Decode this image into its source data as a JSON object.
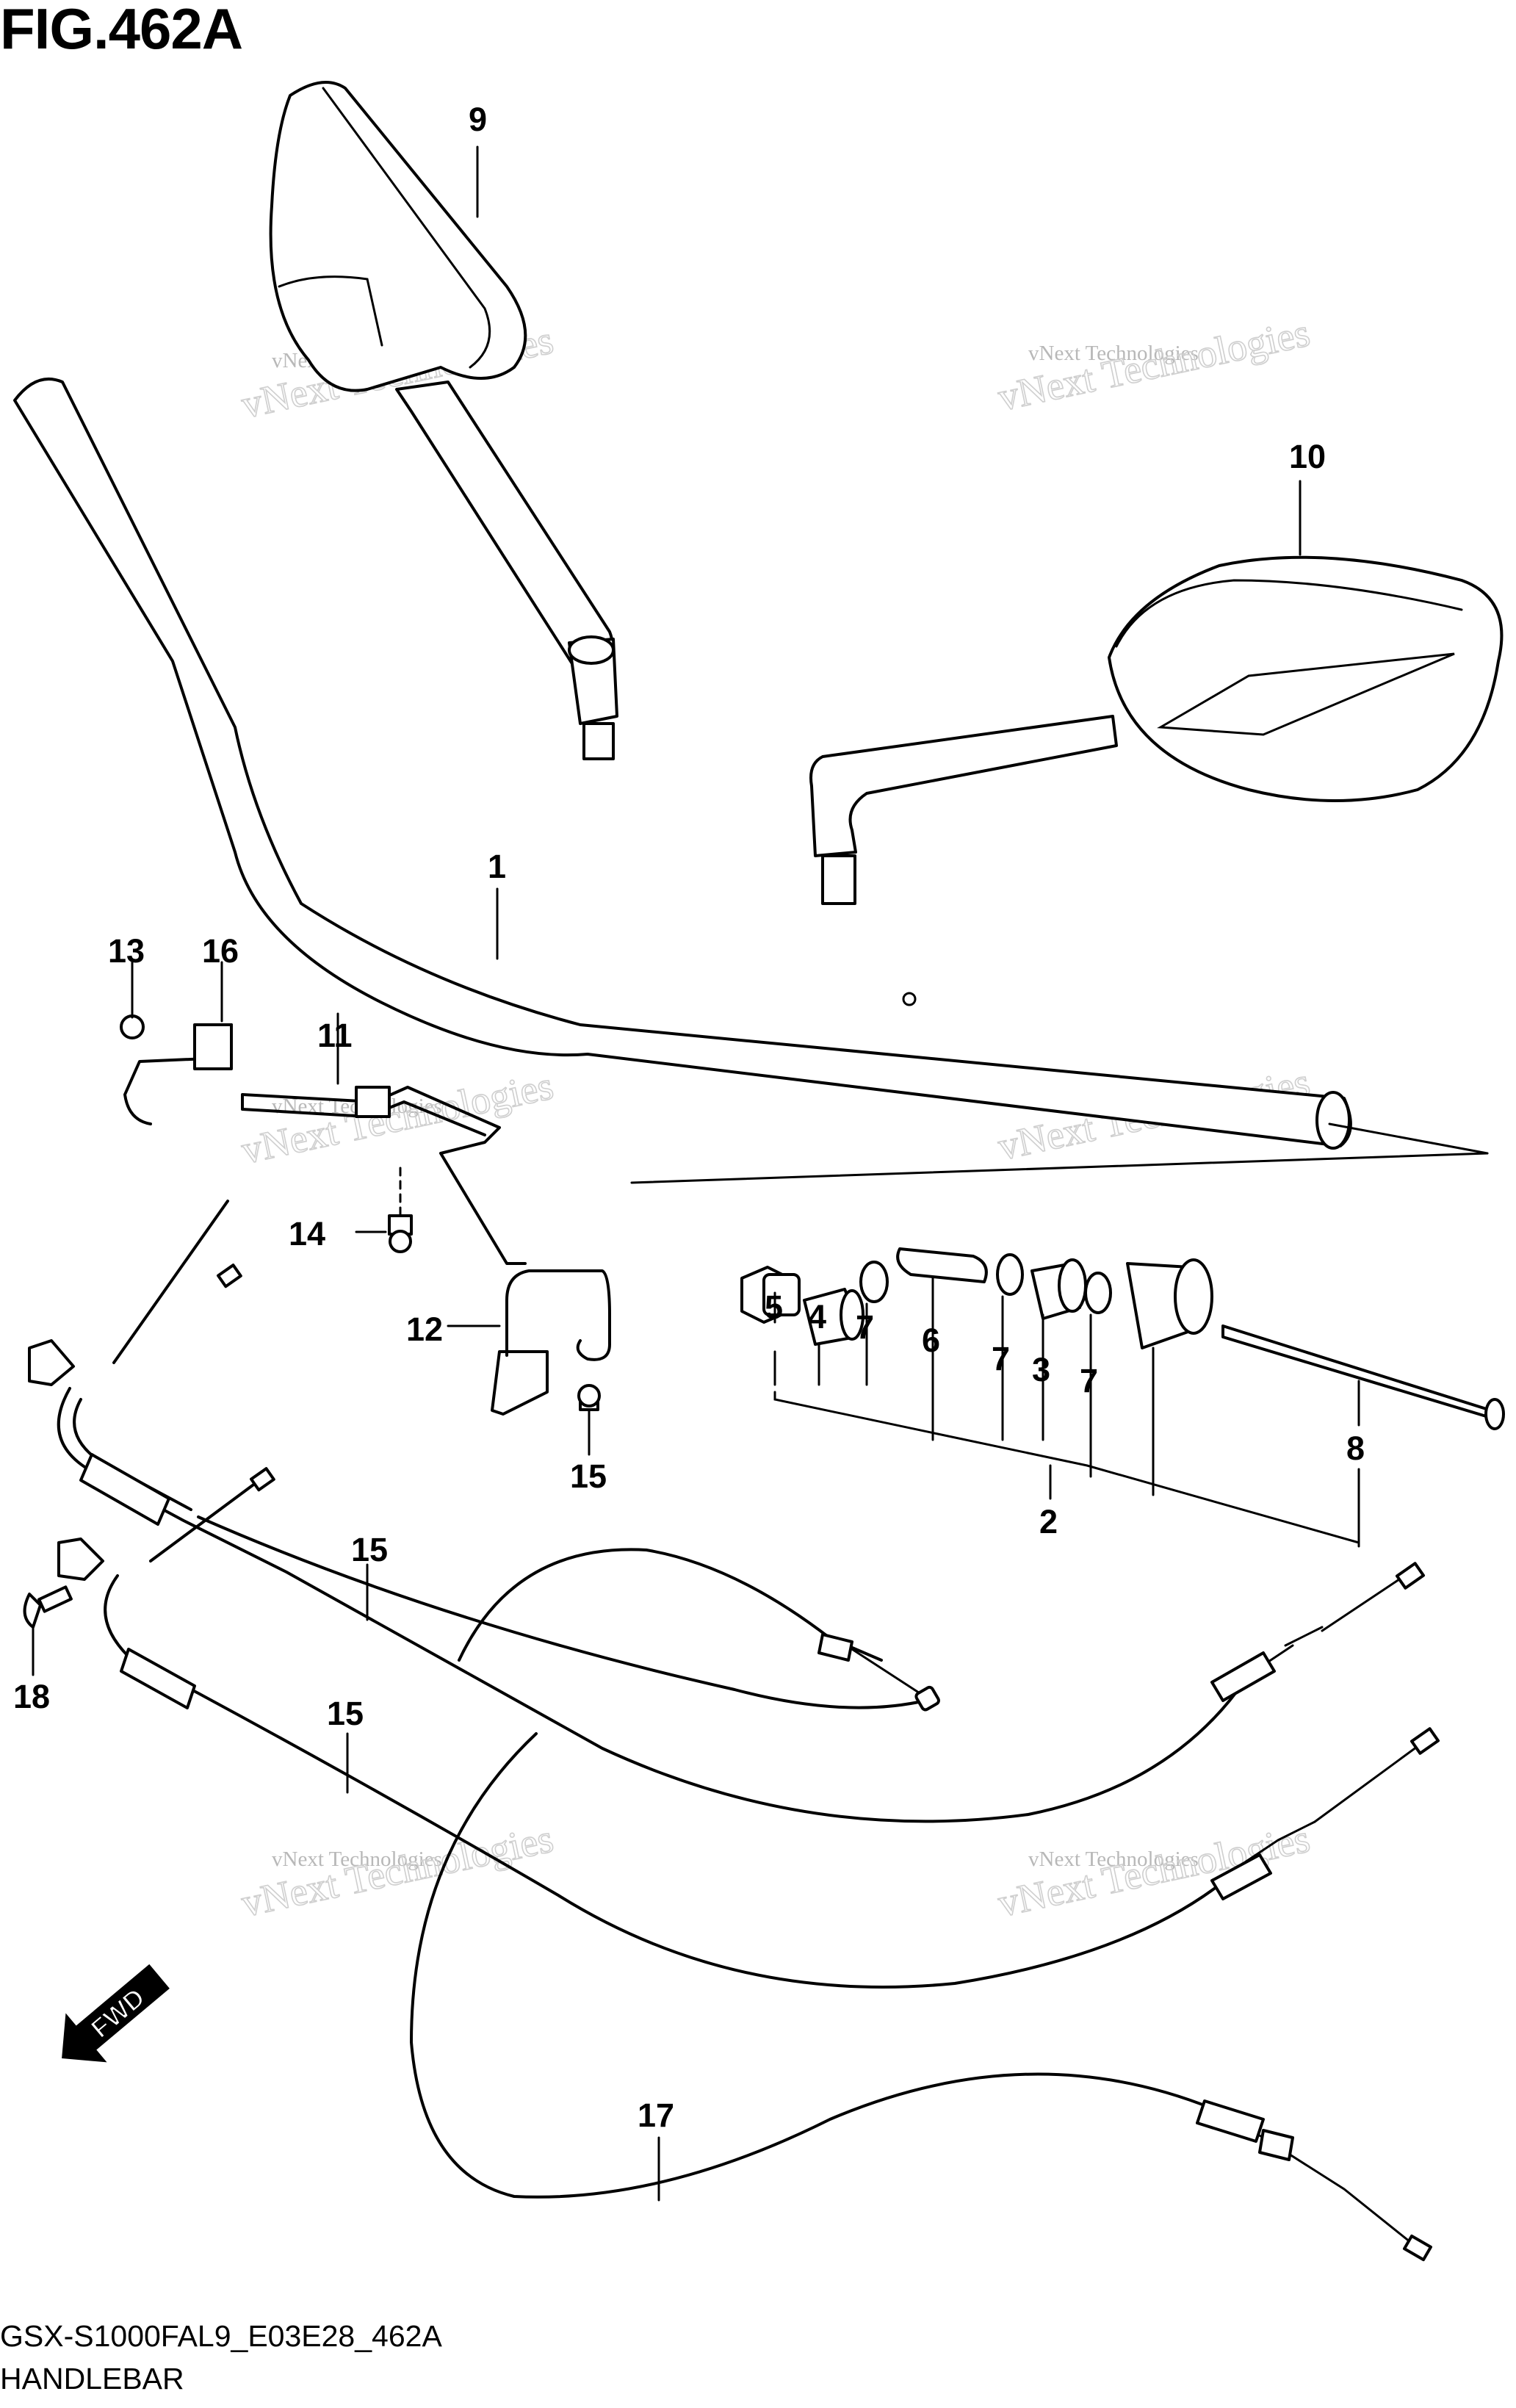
{
  "figure": {
    "title": "FIG.462A",
    "code": "GSX-S1000FAL9_E03E28_462A",
    "section": "HANDLEBAR"
  },
  "callouts": [
    "1",
    "2",
    "3",
    "4",
    "5",
    "6",
    "7",
    "7",
    "7",
    "8",
    "9",
    "10",
    "11",
    "12",
    "13",
    "14",
    "15",
    "15",
    "15",
    "16",
    "17",
    "18"
  ],
  "watermark": {
    "line1": "vNext Technologies",
    "line2": "vNext Technologies"
  },
  "direction_arrow": {
    "label": "FWD"
  }
}
